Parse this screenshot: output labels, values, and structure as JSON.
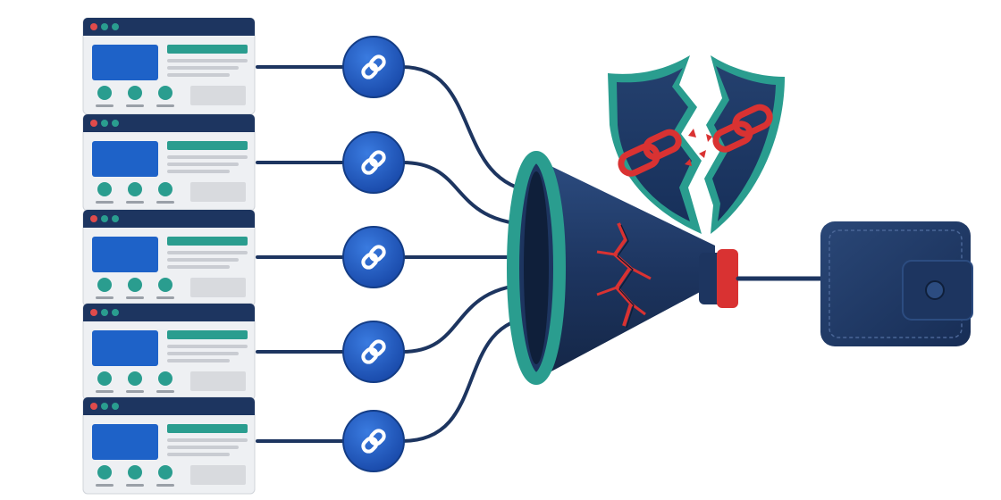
{
  "diagram": {
    "colors": {
      "navy": "#1d3560",
      "navy_light": "#2c4c80",
      "teal": "#2a9d8f",
      "blue": "#1e62c8",
      "link_blue": "#1f5bc4",
      "red": "#d93232",
      "window_bg": "#eef0f3",
      "placeholder_gray": "#d8dade",
      "dot_red": "#e04b4b",
      "dot_teal": "#2a9d8f"
    },
    "windows": [
      {
        "id": "window-1",
        "icon": "browser-window-icon"
      },
      {
        "id": "window-2",
        "icon": "browser-window-icon"
      },
      {
        "id": "window-3",
        "icon": "browser-window-icon"
      },
      {
        "id": "window-4",
        "icon": "browser-window-icon"
      },
      {
        "id": "window-5",
        "icon": "browser-window-icon"
      }
    ],
    "link_nodes": [
      {
        "id": "link-1",
        "icon": "chain-link-icon"
      },
      {
        "id": "link-2",
        "icon": "chain-link-icon"
      },
      {
        "id": "link-3",
        "icon": "chain-link-icon"
      },
      {
        "id": "link-4",
        "icon": "chain-link-icon"
      },
      {
        "id": "link-5",
        "icon": "chain-link-icon"
      }
    ],
    "funnel": {
      "icon": "cracked-funnel-icon"
    },
    "shield": {
      "icon": "broken-shield-with-broken-chain-icon"
    },
    "wallet": {
      "icon": "wallet-icon"
    }
  }
}
